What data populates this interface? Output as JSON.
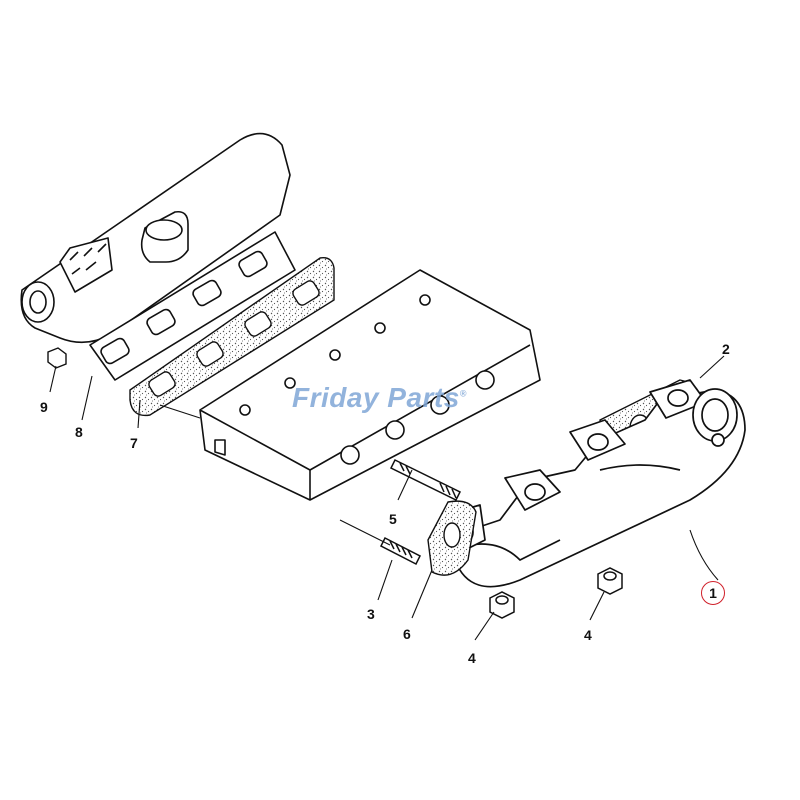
{
  "watermark": {
    "text": "Friday Parts",
    "registered_mark": "®",
    "color": "#7fa6d6"
  },
  "callouts": [
    {
      "id": "1",
      "label": "1",
      "circled": true
    },
    {
      "id": "2",
      "label": "2"
    },
    {
      "id": "3",
      "label": "3"
    },
    {
      "id": "4a",
      "label": "4"
    },
    {
      "id": "4b",
      "label": "4"
    },
    {
      "id": "5",
      "label": "5"
    },
    {
      "id": "6",
      "label": "6"
    },
    {
      "id": "7",
      "label": "7"
    },
    {
      "id": "8",
      "label": "8"
    },
    {
      "id": "9",
      "label": "9"
    }
  ],
  "colors": {
    "line": "#111111",
    "gasket": "#555555",
    "highlight_circle": "#d0202a"
  }
}
